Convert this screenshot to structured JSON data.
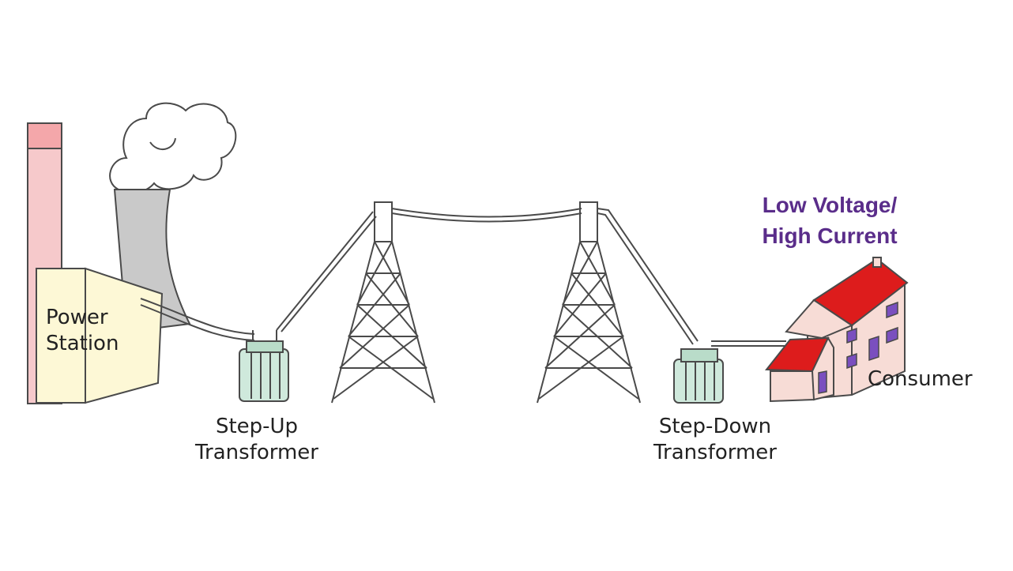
{
  "labels": {
    "power_station": [
      "Power",
      "Station"
    ],
    "step_up": [
      "Step-Up",
      "Transformer"
    ],
    "step_down": [
      "Step-Down",
      "Transformer"
    ],
    "consumer": "Consumer",
    "voltage_note": [
      "Low Voltage/",
      "High Current"
    ]
  },
  "colors": {
    "outline": "#4a4a4a",
    "chimney_pink": "#f6c9cb",
    "chimney_band": "#f4a7aa",
    "cooling_tower": "#c9c9c9",
    "smoke": "#ffffff",
    "station_fill": "#fdf8d6",
    "transformer_green": "#cfe9dc",
    "roof_red": "#dd1c1c",
    "wall_pink": "#f7dcd6",
    "window_purple": "#7a4fbf",
    "note_purple": "#5a2d8a"
  }
}
